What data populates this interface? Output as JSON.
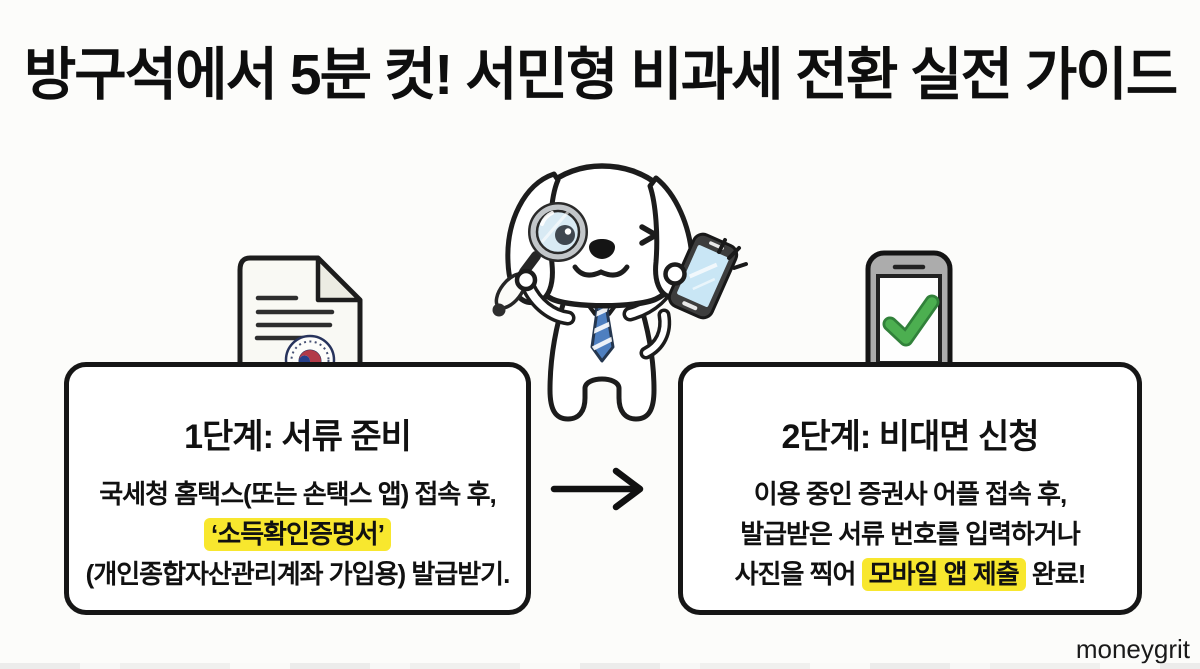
{
  "page": {
    "title": "방구석에서 5분 컷! 서민형 비과세 전환 실전 가이드",
    "watermark": "moneygrit"
  },
  "colors": {
    "highlight_yellow": "#F8E72E",
    "check_green": "#4CAF50",
    "check_green_dark": "#31813A",
    "tie_blue": "#4E7FC0",
    "ink": "#161616"
  },
  "icons": {
    "left": "document-with-government-seal-icon",
    "right": "phone-with-green-check-icon",
    "center": "dog-mascot-with-magnifier-and-phone",
    "between": "right-arrow-icon"
  },
  "steps": [
    {
      "title": "1단계: 서류 준비",
      "line1": "국세청 홈택스(또는 손택스 앱) 접속 후,",
      "highlight": "‘소득확인증명서’",
      "line3": "(개인종합자산관리계좌 가입용) 발급받기."
    },
    {
      "title": "2단계: 비대면 신청",
      "line1": "이용 중인 증권사 어플 접속 후,",
      "line2": "발급받은 서류 번호를 입력하거나",
      "line3_prefix": "사진을 찍어 ",
      "line3_highlight": "모바일 앱 제출",
      "line3_suffix": " 완료!"
    }
  ]
}
